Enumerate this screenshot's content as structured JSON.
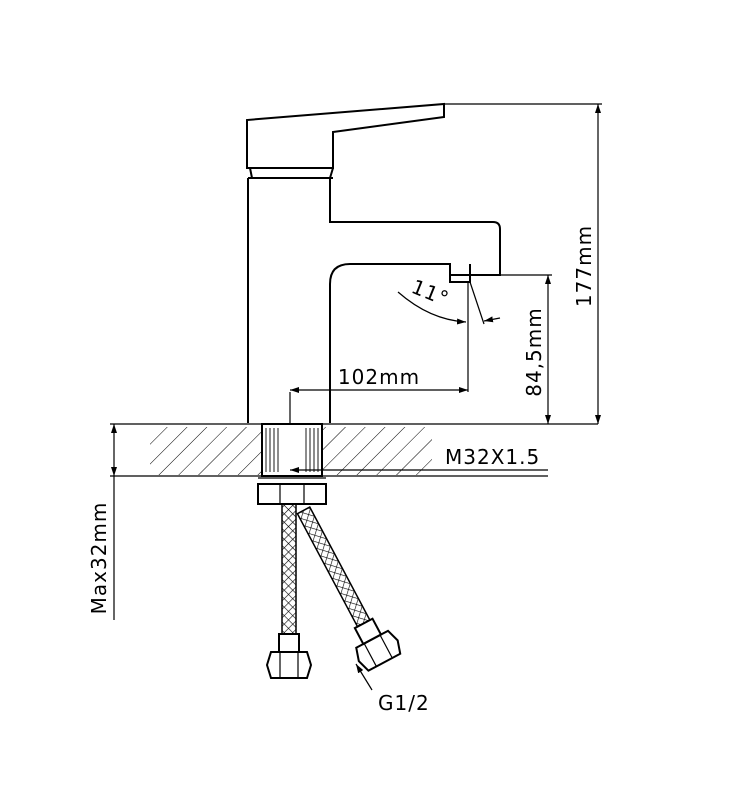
{
  "drawing": {
    "height_label": "177mm",
    "spout_height_label": "84,5mm",
    "reach_label": "102mm",
    "angle_label": "11°",
    "thread_label": "M32X1.5",
    "max_thickness_label": "Max32mm",
    "hose_thread_label": "G1/2"
  },
  "colors": {
    "line": "#000000",
    "background": "#ffffff"
  }
}
